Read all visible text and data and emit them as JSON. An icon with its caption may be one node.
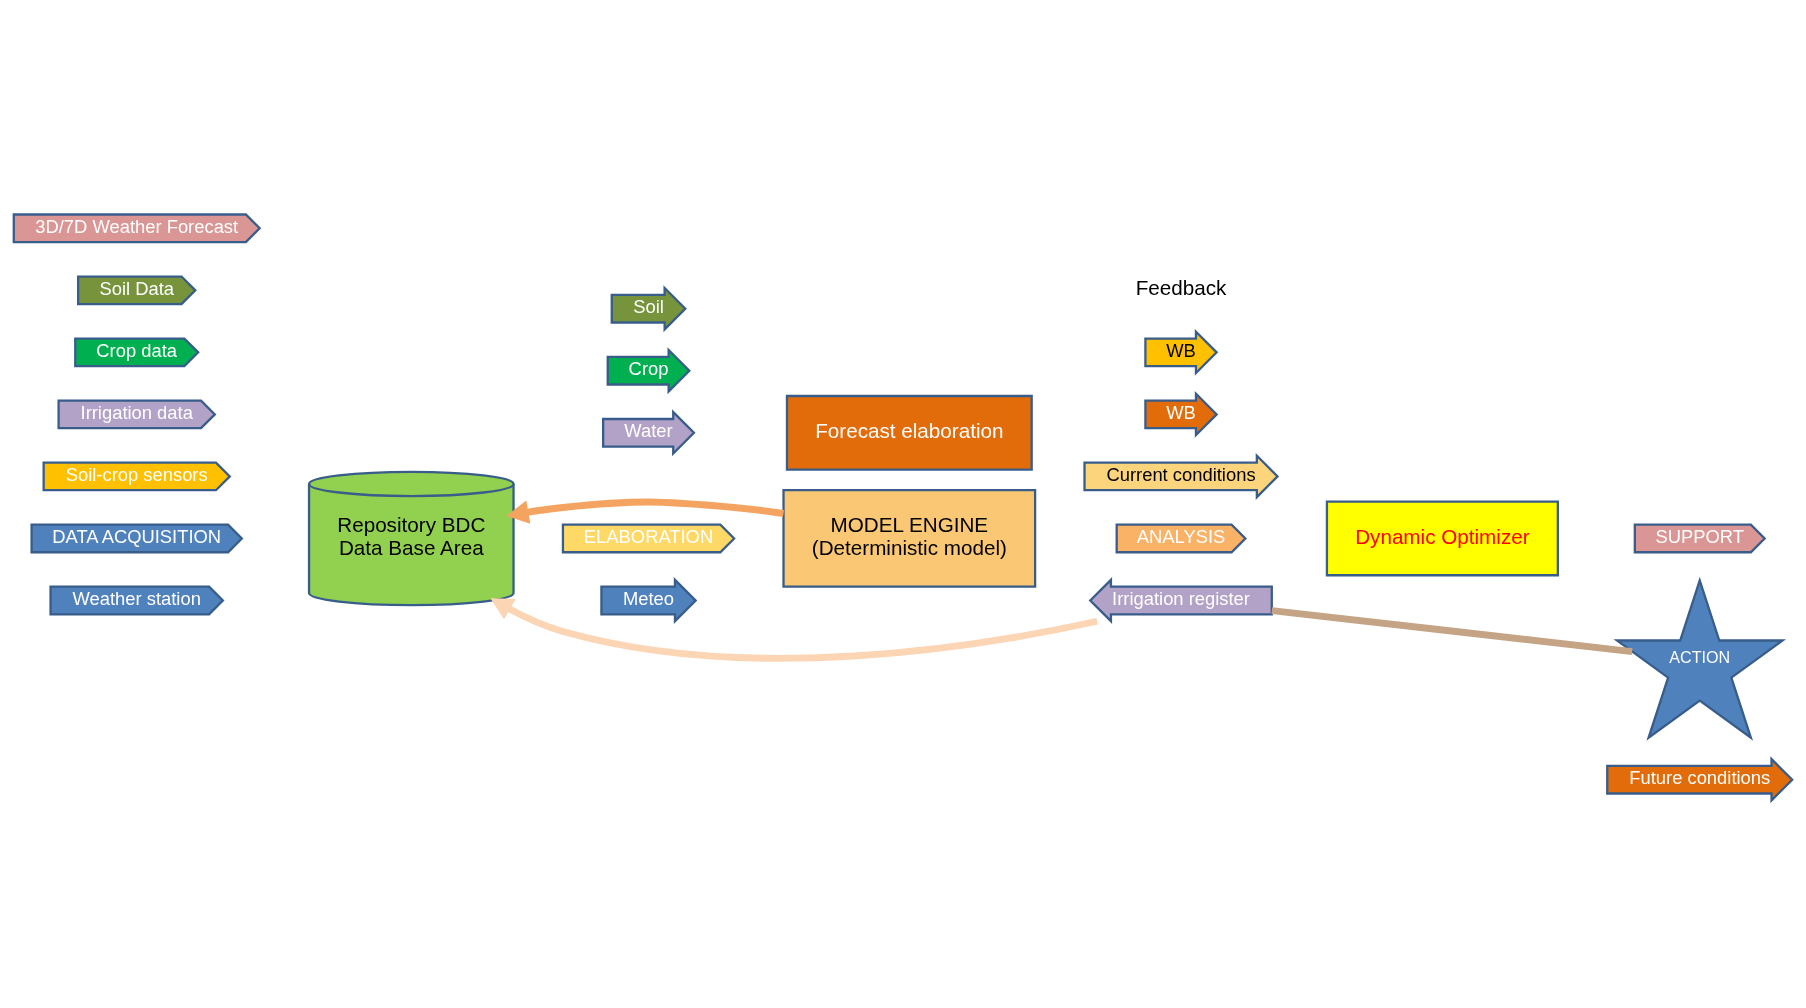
{
  "diagram": {
    "nodes": [
      {
        "text": [
          "DATA ACQUISITION"
        ]
      },
      {
        "text": [
          "ELABORATION"
        ]
      },
      {
        "text": [
          "ANALYSIS"
        ]
      },
      {
        "text": [
          "SUPPORT"
        ]
      },
      {
        "text": [
          "Weather station"
        ]
      },
      {
        "text": [
          "3D/7D Weather Forecast"
        ]
      },
      {
        "text": [
          "Soil Data"
        ]
      },
      {
        "text": [
          "Crop data"
        ]
      },
      {
        "text": [
          "Irrigation data"
        ]
      },
      {
        "text": [
          "Soil-crop sensors"
        ]
      },
      {
        "text": [
          "Irrigation register"
        ]
      },
      {
        "text": [
          "Repository BDC",
          "Data Base Area"
        ]
      },
      {
        "text": [
          "Meteo"
        ]
      },
      {
        "text": [
          "Soil"
        ]
      },
      {
        "text": [
          "Crop"
        ]
      },
      {
        "text": [
          "Water"
        ]
      },
      {
        "text": [
          "MODEL ENGINE",
          "(Deterministic model)"
        ]
      },
      {
        "text": [
          "Forecast elaboration"
        ]
      },
      {
        "text": [
          "WB"
        ]
      },
      {
        "text": [
          "WB"
        ]
      },
      {
        "text": [
          "Current conditions"
        ]
      },
      {
        "text": [
          "Dynamic Optimizer"
        ]
      },
      {
        "text": [
          "ACTION"
        ]
      },
      {
        "text": [
          "Future conditions"
        ]
      }
    ],
    "edges": [
      {
        "from": 16,
        "to": 11,
        "arrow": "to",
        "color": "#f4a460"
      },
      {
        "from": 10,
        "to": 11,
        "arrow": "to",
        "color": "#fcd5b4"
      },
      {
        "from": 10,
        "to": 22,
        "arrow": "none",
        "color": "#c4a484"
      }
    ],
    "labels": [
      "Feedback"
    ]
  }
}
